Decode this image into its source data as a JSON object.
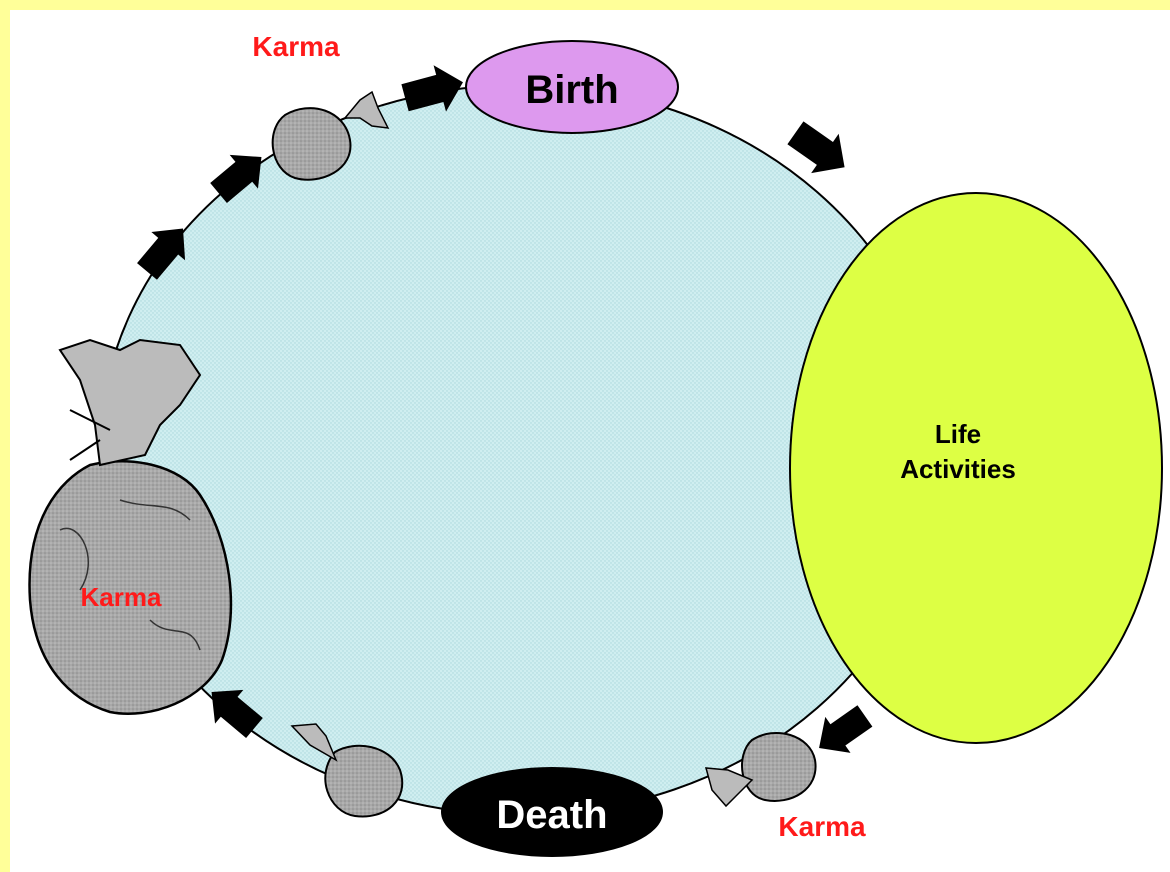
{
  "diagram": {
    "nodes": {
      "birth": "Birth",
      "life_activities_line1": "Life",
      "life_activities_line2": "Activities",
      "death": "Death"
    },
    "karma_labels": {
      "top": "Karma",
      "large_bag": "Karma",
      "bottom_right": "Karma"
    },
    "colors": {
      "background": "#ffff99",
      "cycle_fill": "#cfeef0",
      "birth_fill": "#dd99ee",
      "life_fill": "#ddff44",
      "death_fill": "#000000",
      "karma_text": "#ff1a1a",
      "bag_fill": "#a8a8a8"
    }
  }
}
